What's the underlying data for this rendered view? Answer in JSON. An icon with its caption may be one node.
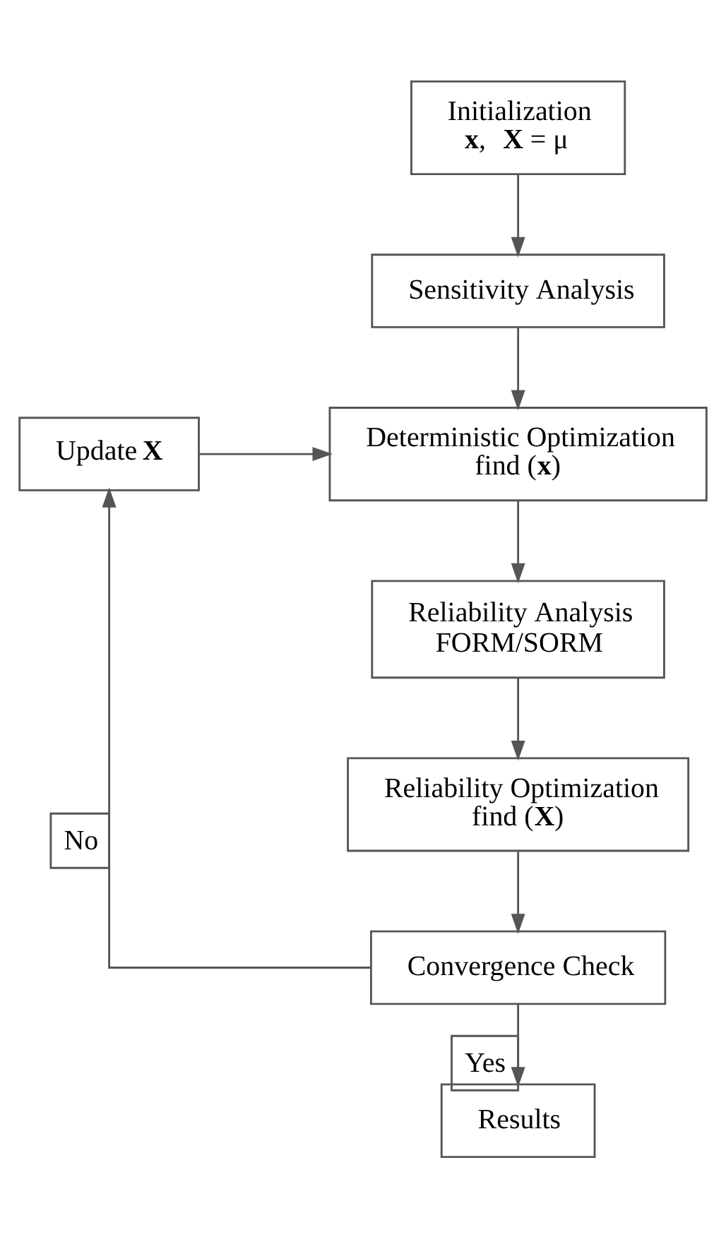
{
  "diagram": {
    "nodes": [
      {
        "text": [
          "Initialization",
          "**x**,  **X** = μ"
        ]
      },
      {
        "text": [
          "Sensitivity Analysis"
        ]
      },
      {
        "text": [
          "Update **X**"
        ]
      },
      {
        "text": [
          "Deterministic Optimization",
          "find (**x**)"
        ]
      },
      {
        "text": [
          "Reliability Analysis",
          "FORM/SORM"
        ]
      },
      {
        "text": [
          "Reliability Optimization",
          "find (**X**)"
        ]
      },
      {
        "text": [
          "Convergence Check"
        ]
      },
      {
        "text": [
          "Results"
        ]
      }
    ],
    "edges": [
      {
        "from": 0,
        "to": 1,
        "arrow": "to"
      },
      {
        "from": 1,
        "to": 3,
        "arrow": "to"
      },
      {
        "from": 2,
        "to": 3,
        "arrow": "to"
      },
      {
        "from": 3,
        "to": 4,
        "arrow": "to"
      },
      {
        "from": 4,
        "to": 5,
        "arrow": "to"
      },
      {
        "from": 5,
        "to": 6,
        "arrow": "to"
      },
      {
        "from": 6,
        "to": 2,
        "arrow": "to",
        "label": "No"
      },
      {
        "from": 6,
        "to": 7,
        "arrow": "to",
        "label": "Yes"
      }
    ]
  }
}
